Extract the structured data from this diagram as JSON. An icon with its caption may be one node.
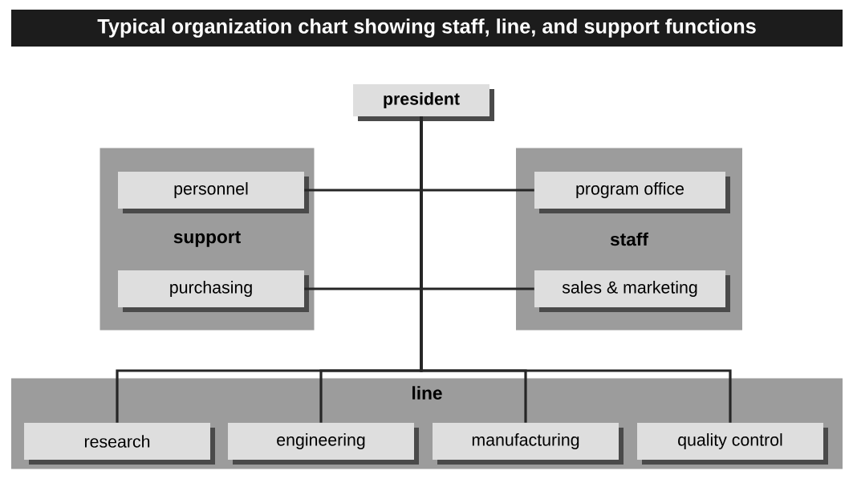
{
  "diagram": {
    "title": "Typical organization chart showing staff, line, and support functions",
    "nodes": [
      {
        "text": [
          "president"
        ]
      },
      {
        "text": [
          "support"
        ]
      },
      {
        "text": [
          "personnel"
        ],
        "in": 1
      },
      {
        "text": [
          "purchasing"
        ],
        "in": 1
      },
      {
        "text": [
          "staff"
        ]
      },
      {
        "text": [
          "program office"
        ],
        "in": 4
      },
      {
        "text": [
          "sales & marketing"
        ],
        "in": 4
      },
      {
        "text": [
          "line"
        ]
      },
      {
        "text": [
          "research"
        ],
        "in": 7
      },
      {
        "text": [
          "engineering"
        ],
        "in": 7
      },
      {
        "text": [
          "manufacturing"
        ],
        "in": 7
      },
      {
        "text": [
          "quality control"
        ],
        "in": 7
      }
    ],
    "edges": [
      {
        "from": 0,
        "to": 2,
        "arrow": "none"
      },
      {
        "from": 0,
        "to": 5,
        "arrow": "none"
      },
      {
        "from": 0,
        "to": 3,
        "arrow": "none"
      },
      {
        "from": 0,
        "to": 6,
        "arrow": "none"
      },
      {
        "from": 0,
        "to": 8,
        "arrow": "none"
      },
      {
        "from": 0,
        "to": 9,
        "arrow": "none"
      },
      {
        "from": 0,
        "to": 10,
        "arrow": "none"
      },
      {
        "from": 0,
        "to": 11,
        "arrow": "none"
      }
    ]
  }
}
